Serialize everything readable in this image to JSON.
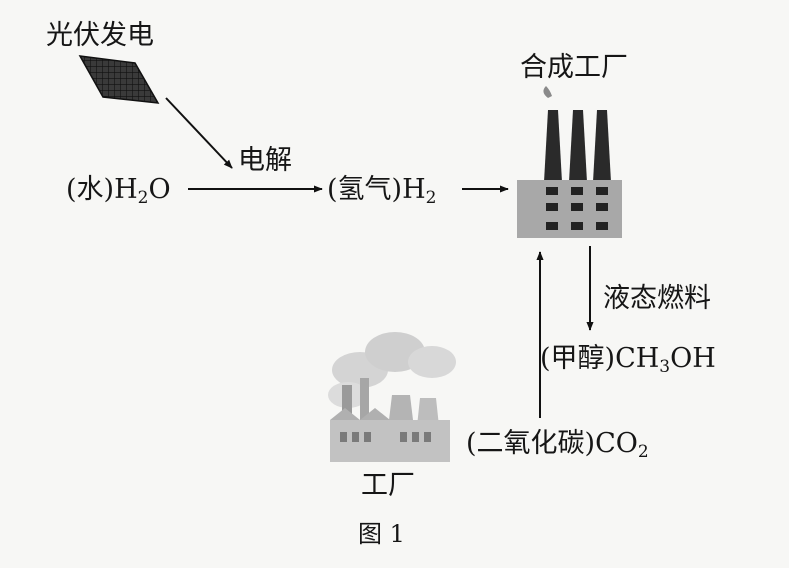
{
  "diagram": {
    "photovoltaic": {
      "label": "光伏发电",
      "icon": "solar-panel-icon"
    },
    "electrolysis": {
      "label": "电解"
    },
    "water": {
      "prefix": "(水)H",
      "sub": "2",
      "suffix": "O"
    },
    "hydrogen": {
      "prefix": "(氢气)H",
      "sub": "2"
    },
    "synthesis_plant": {
      "label": "合成工厂",
      "icon": "synthesis-factory-icon"
    },
    "liquid_fuel": {
      "label": "液态燃料"
    },
    "methanol": {
      "prefix": "(甲醇)CH",
      "sub": "3",
      "suffix": "OH"
    },
    "co2": {
      "prefix": "(二氧化碳)CO",
      "sub": "2"
    },
    "factory": {
      "label": "工厂",
      "icon": "industrial-factory-icon"
    },
    "caption": "图 1"
  }
}
